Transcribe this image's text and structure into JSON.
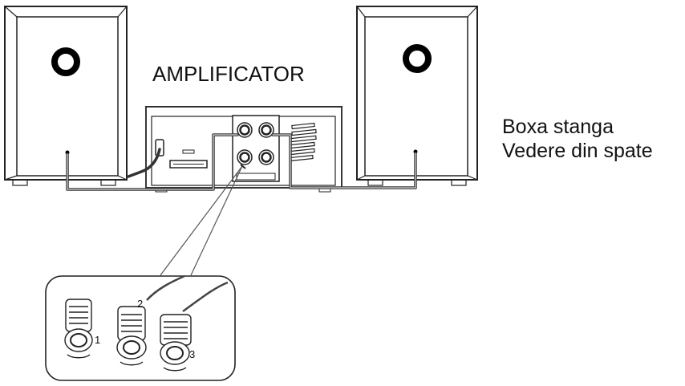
{
  "amplifier_label": "AMPLIFICATOR",
  "side_note": {
    "line1": "Boxa stanga",
    "line2": "Vedere din spate"
  },
  "terminal_numbers": [
    "1",
    "2",
    "3"
  ],
  "colors": {
    "line": "#222222",
    "cable": "#333333",
    "background": "#ffffff"
  }
}
